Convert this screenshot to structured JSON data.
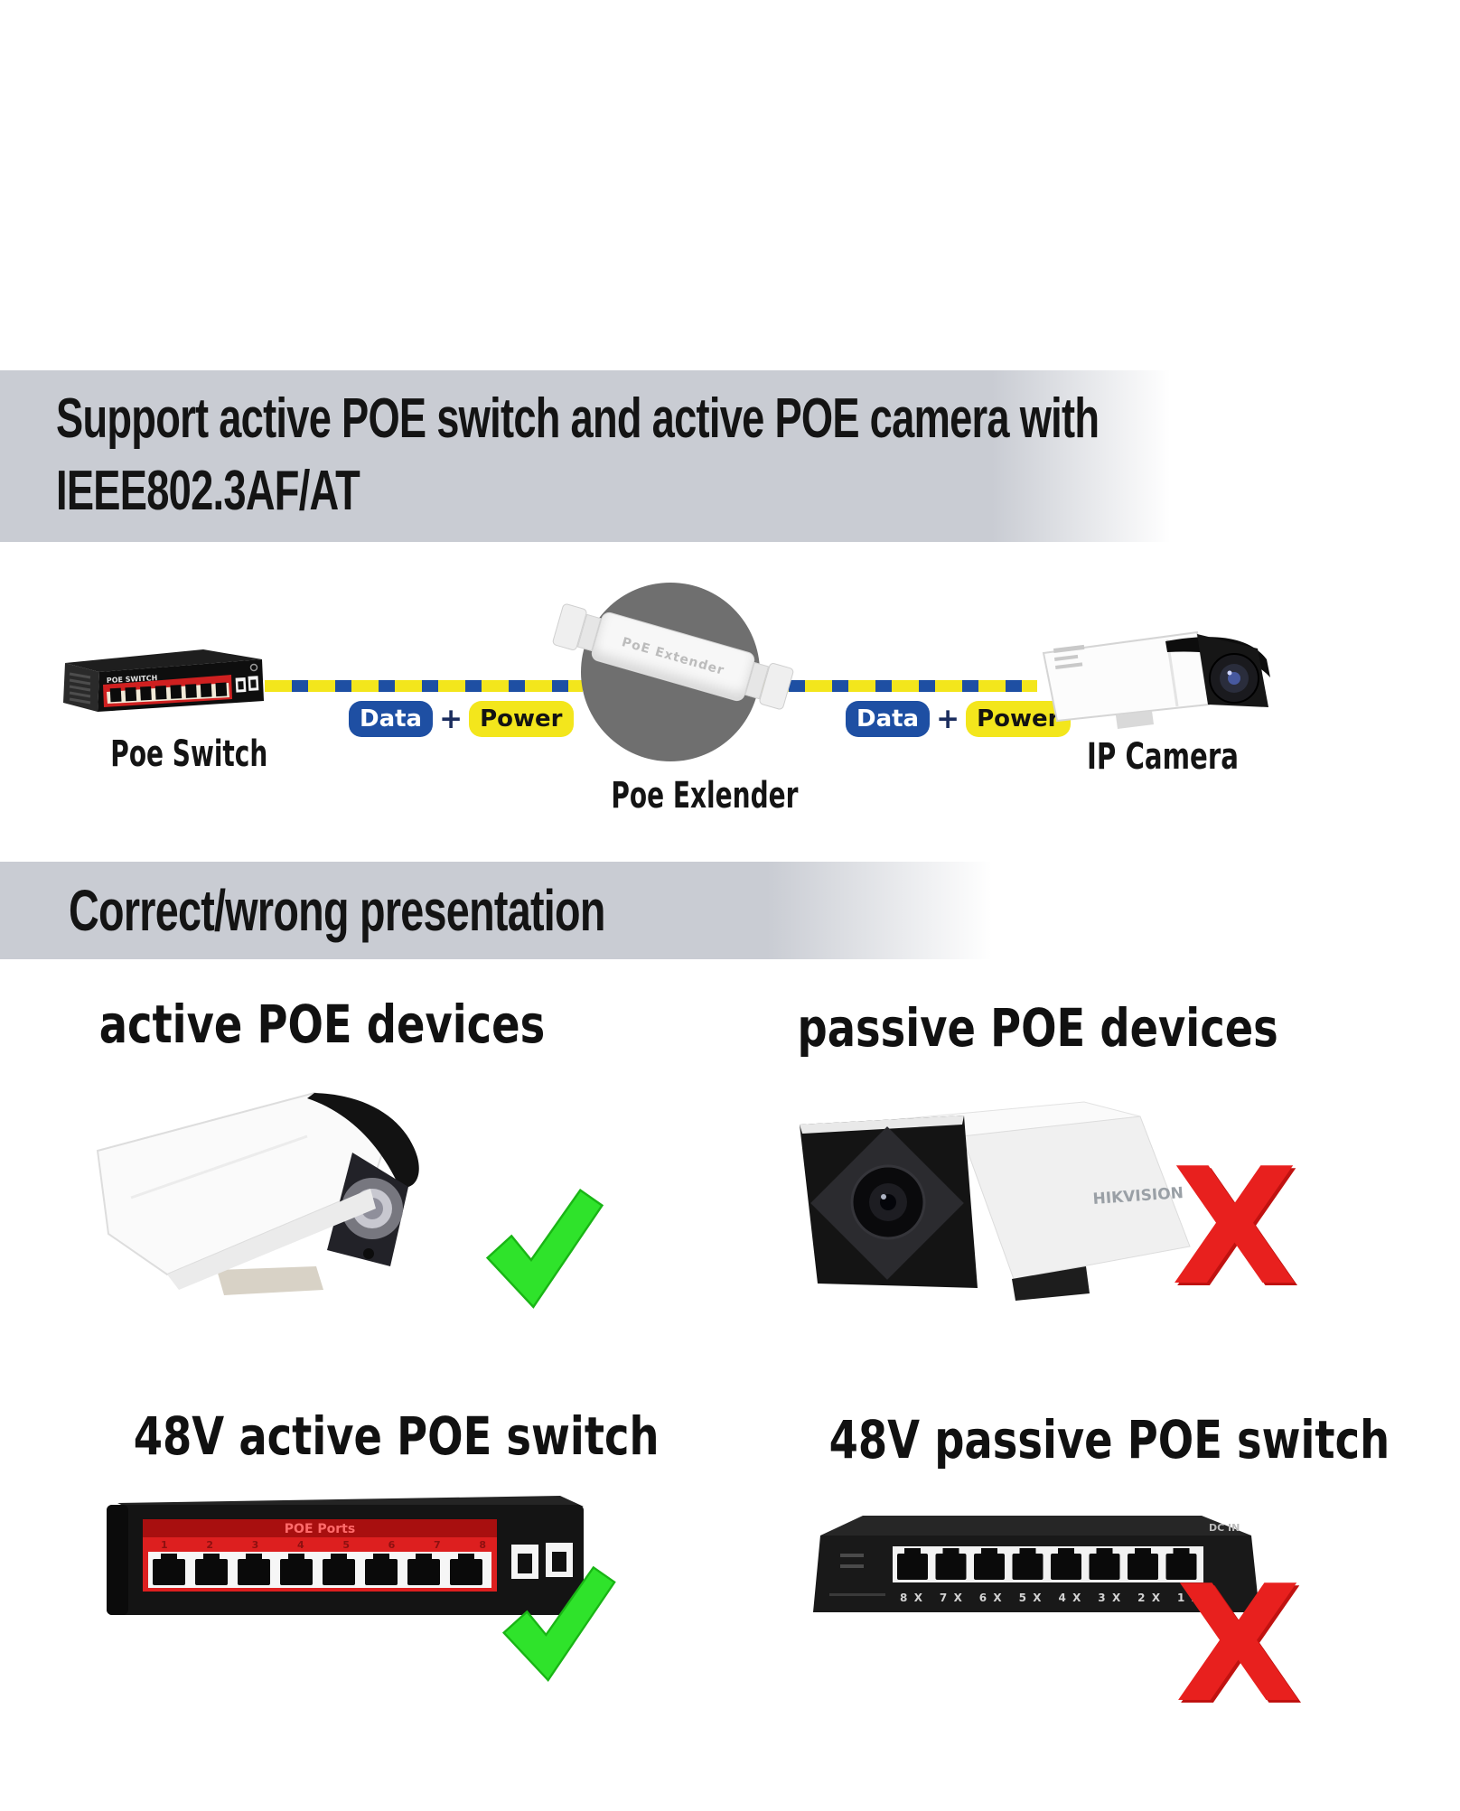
{
  "banner1": {
    "line1": "Support active POE switch and active POE camera with",
    "line2": "IEEE802.3AF/AT"
  },
  "banner2": {
    "title": "Correct/wrong presentation"
  },
  "diagram": {
    "switch_label": "Poe Switch",
    "switch_panel_text": "POE SWITCH",
    "extender_label": "Poe Exlender",
    "extender_device_text": "PoE Extender",
    "camera_label": "IP Camera",
    "link1": {
      "data": "Data",
      "plus": "+",
      "power": "Power"
    },
    "link2": {
      "data": "Data",
      "plus": "+",
      "power": "Power"
    }
  },
  "grid": {
    "cells": [
      {
        "heading": "active POE devices",
        "mark": "check"
      },
      {
        "heading": "passive POE devices",
        "mark": "x"
      },
      {
        "heading": "48V active POE switch",
        "mark": "check"
      },
      {
        "heading": "48V passive POE switch",
        "mark": "x"
      }
    ],
    "camera_brand": "HIKVISION",
    "switch_panel_title": "POE Ports",
    "switch_port_numbers": "1 2 3 4 5 6 7 8",
    "switch2_port_labels": "8X 7X 6X 5X 4X 3X 2X 1X",
    "switch2_dc_label": "DC IN",
    "x_glyph": "X"
  },
  "colors": {
    "banner_bg": "#c9ccd3",
    "data_blue": "#1e4fa3",
    "power_yellow": "#f3e61c",
    "check_green": "#2fe32b",
    "x_red": "#e8201e",
    "extender_circle": "#6f6f6f"
  }
}
